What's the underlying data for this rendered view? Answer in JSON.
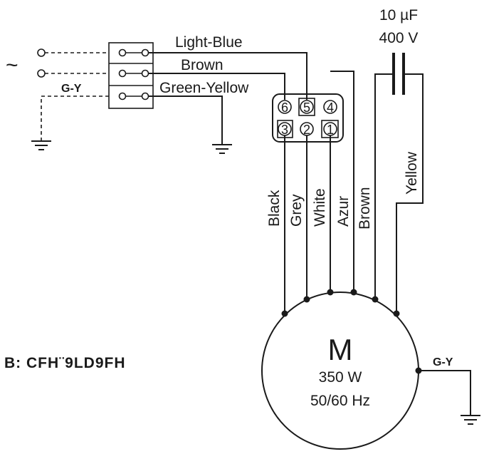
{
  "capacitor": {
    "capacitance": "10 µF",
    "voltage": "400 V"
  },
  "supply": {
    "ac_symbol": "~",
    "ground_tag": "G-Y"
  },
  "input_wires": {
    "top": "Light-Blue",
    "middle": "Brown",
    "bottom": "Green-Yellow"
  },
  "connector": {
    "pins": [
      "6",
      "5",
      "4",
      "3",
      "2",
      "1"
    ]
  },
  "motor_wires": [
    "Black",
    "Grey",
    "White",
    "Azur",
    "Brown",
    "Yellow"
  ],
  "motor": {
    "symbol": "M",
    "power": "350 W",
    "frequency": "50/60 Hz",
    "ground_tag": "G-Y"
  },
  "model_code": "B: CFH¨9LD9FH",
  "colors": {
    "ink": "#1a1a1a",
    "background": "#ffffff"
  }
}
